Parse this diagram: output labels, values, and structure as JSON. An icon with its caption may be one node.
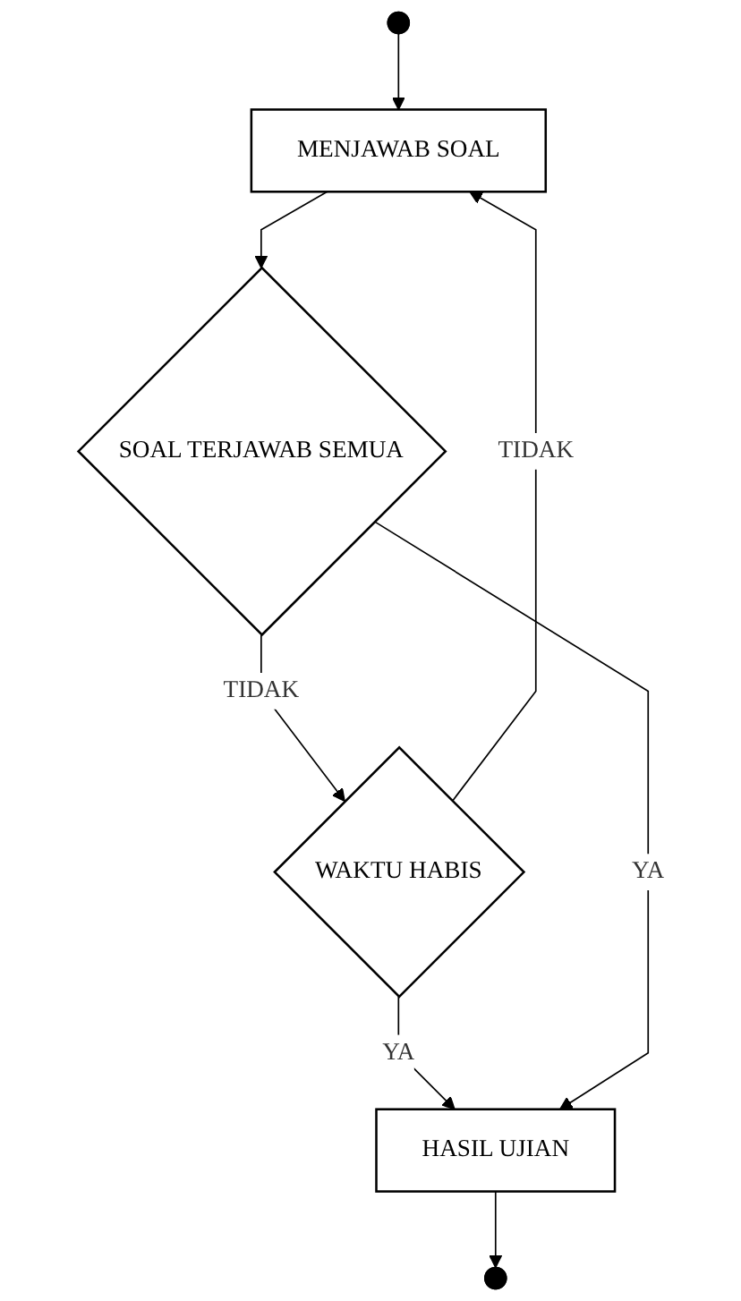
{
  "diagram": {
    "nodes": [
      {
        "text": [],
        "shape": "circle"
      },
      {
        "text": [
          "MENJAWAB SOAL"
        ]
      },
      {
        "text": [
          "SOAL TERJAWAB SEMUA"
        ]
      },
      {
        "text": [
          "WAKTU HABIS"
        ]
      },
      {
        "text": [
          "HASIL UJIAN"
        ]
      },
      {
        "text": [],
        "shape": "circle"
      }
    ],
    "edges": [
      {
        "from": 0,
        "to": 1,
        "arrow": "to"
      },
      {
        "from": 1,
        "to": 2,
        "arrow": "to"
      },
      {
        "from": 2,
        "to": 3,
        "arrow": "to",
        "label": "TIDAK"
      },
      {
        "from": 3,
        "to": 1,
        "arrow": "to",
        "label": "TIDAK"
      },
      {
        "from": 3,
        "to": 4,
        "arrow": "to",
        "label": "YA"
      },
      {
        "from": 2,
        "to": 4,
        "arrow": "to",
        "label": "YA"
      },
      {
        "from": 4,
        "to": 5,
        "arrow": "to"
      }
    ]
  }
}
